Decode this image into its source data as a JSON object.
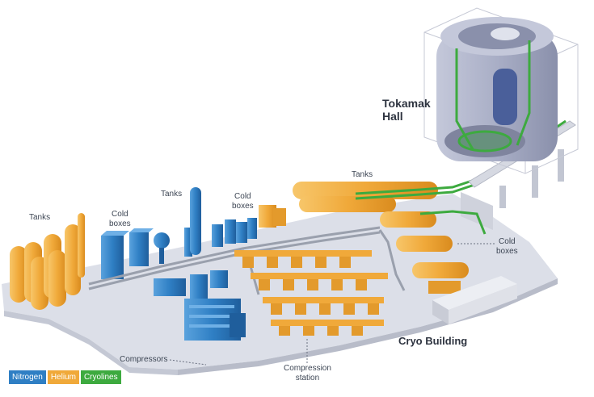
{
  "labels": {
    "tanks_left": "Tanks",
    "cold_boxes_left": "Cold\nboxes",
    "tanks_mid": "Tanks",
    "cold_boxes_mid": "Cold\nboxes",
    "tanks_top": "Tanks",
    "tokamak_hall": "Tokamak\nHall",
    "cold_boxes_right": "Cold\nboxes",
    "cryo_building": "Cryo Building",
    "compressors": "Compressors",
    "compression_station": "Compression\nstation"
  },
  "legend": [
    {
      "label": "Nitrogen",
      "color": "#2f7fc4"
    },
    {
      "label": "Helium",
      "color": "#f0a93a"
    },
    {
      "label": "Cryolines",
      "color": "#3daa3f"
    }
  ],
  "colors": {
    "nitrogen": "#2f7fc4",
    "helium": "#f0a93a",
    "cryolines": "#3daa3f",
    "floor": "#dcdfe8",
    "tokamak": "#a9aec6"
  }
}
